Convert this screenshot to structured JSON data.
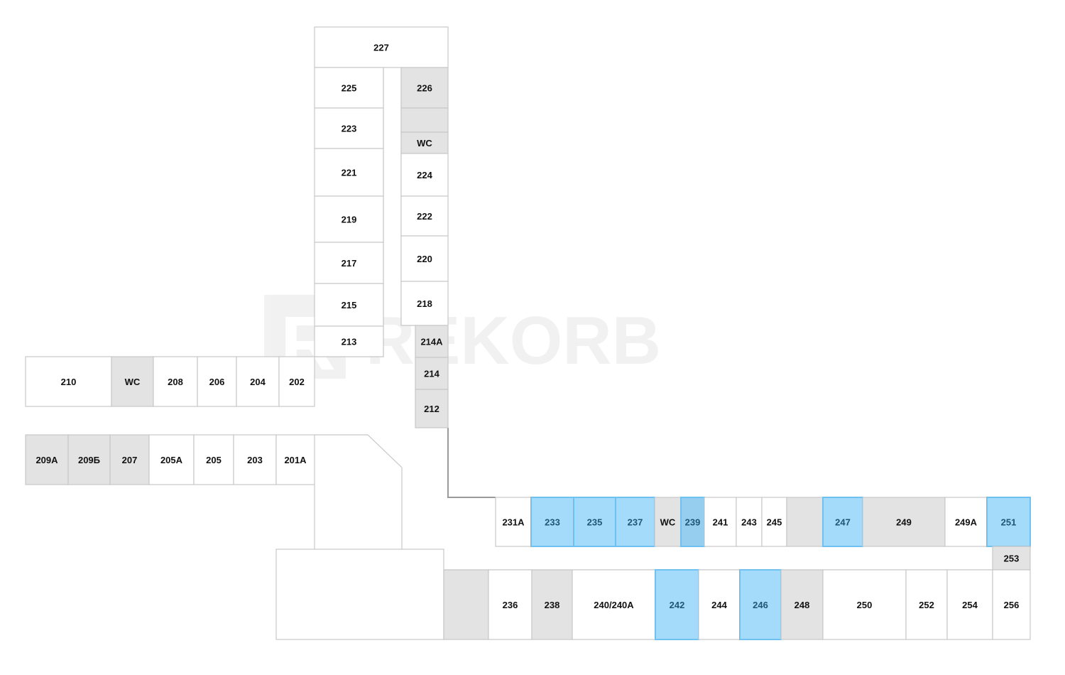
{
  "colors": {
    "outline": "#c8c8c8",
    "common": "#e3e3e3",
    "selected_fill": "#9fd9fb",
    "selected_stroke": "#6fc1f2",
    "selected_dark_fill": "#8fcbee",
    "selected_text": "#1f5673",
    "text": "#111111"
  },
  "watermark": {
    "text": "REKORB",
    "mark": "R"
  },
  "rooms": [
    {
      "id": "227",
      "label": "227",
      "state": "free"
    },
    {
      "id": "225",
      "label": "225",
      "state": "free"
    },
    {
      "id": "223",
      "label": "223",
      "state": "free"
    },
    {
      "id": "221",
      "label": "221",
      "state": "free"
    },
    {
      "id": "219",
      "label": "219",
      "state": "free"
    },
    {
      "id": "217",
      "label": "217",
      "state": "free"
    },
    {
      "id": "215",
      "label": "215",
      "state": "free"
    },
    {
      "id": "213",
      "label": "213",
      "state": "free"
    },
    {
      "id": "226",
      "label": "226",
      "state": "common"
    },
    {
      "id": "226-hall",
      "label": "",
      "state": "common"
    },
    {
      "id": "wc-north",
      "label": "WC",
      "state": "common"
    },
    {
      "id": "224",
      "label": "224",
      "state": "free"
    },
    {
      "id": "222",
      "label": "222",
      "state": "free"
    },
    {
      "id": "220",
      "label": "220",
      "state": "free"
    },
    {
      "id": "218",
      "label": "218",
      "state": "free"
    },
    {
      "id": "214a",
      "label": "214А",
      "state": "common"
    },
    {
      "id": "214",
      "label": "214",
      "state": "common"
    },
    {
      "id": "212",
      "label": "212",
      "state": "common"
    },
    {
      "id": "210",
      "label": "210",
      "state": "free"
    },
    {
      "id": "wc-west",
      "label": "WC",
      "state": "common"
    },
    {
      "id": "208",
      "label": "208",
      "state": "free"
    },
    {
      "id": "206",
      "label": "206",
      "state": "free"
    },
    {
      "id": "204",
      "label": "204",
      "state": "free"
    },
    {
      "id": "202",
      "label": "202",
      "state": "free"
    },
    {
      "id": "209a",
      "label": "209А",
      "state": "common"
    },
    {
      "id": "209b",
      "label": "209Б",
      "state": "common"
    },
    {
      "id": "207",
      "label": "207",
      "state": "common"
    },
    {
      "id": "205a",
      "label": "205А",
      "state": "free"
    },
    {
      "id": "205",
      "label": "205",
      "state": "free"
    },
    {
      "id": "203",
      "label": "203",
      "state": "free"
    },
    {
      "id": "201a",
      "label": "201А",
      "state": "free"
    },
    {
      "id": "231a",
      "label": "231А",
      "state": "free"
    },
    {
      "id": "233",
      "label": "233",
      "state": "selected"
    },
    {
      "id": "235",
      "label": "235",
      "state": "selected"
    },
    {
      "id": "237",
      "label": "237",
      "state": "selected"
    },
    {
      "id": "wc-east",
      "label": "WC",
      "state": "common"
    },
    {
      "id": "239",
      "label": "239",
      "state": "selected-dark"
    },
    {
      "id": "241",
      "label": "241",
      "state": "free"
    },
    {
      "id": "243",
      "label": "243",
      "state": "free"
    },
    {
      "id": "245",
      "label": "245",
      "state": "free"
    },
    {
      "id": "gray-east",
      "label": "",
      "state": "common"
    },
    {
      "id": "247",
      "label": "247",
      "state": "selected"
    },
    {
      "id": "249",
      "label": "249",
      "state": "common"
    },
    {
      "id": "249a",
      "label": "249А",
      "state": "free"
    },
    {
      "id": "251",
      "label": "251",
      "state": "selected"
    },
    {
      "id": "253",
      "label": "253",
      "state": "common"
    },
    {
      "id": "gray-south",
      "label": "",
      "state": "common"
    },
    {
      "id": "236",
      "label": "236",
      "state": "free"
    },
    {
      "id": "238",
      "label": "238",
      "state": "common"
    },
    {
      "id": "240",
      "label": "240/240А",
      "state": "free"
    },
    {
      "id": "242",
      "label": "242",
      "state": "selected"
    },
    {
      "id": "244",
      "label": "244",
      "state": "free"
    },
    {
      "id": "246",
      "label": "246",
      "state": "selected"
    },
    {
      "id": "248",
      "label": "248",
      "state": "common"
    },
    {
      "id": "250",
      "label": "250",
      "state": "free"
    },
    {
      "id": "252",
      "label": "252",
      "state": "free"
    },
    {
      "id": "254",
      "label": "254",
      "state": "free"
    },
    {
      "id": "256",
      "label": "256",
      "state": "free"
    }
  ]
}
